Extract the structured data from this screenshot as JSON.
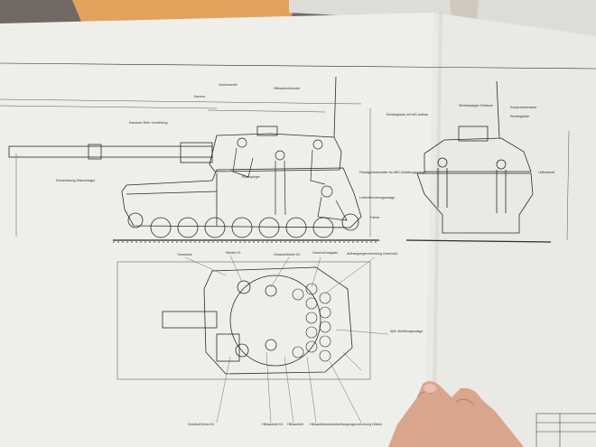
{
  "photo": {
    "subject": "",
    "colors": {
      "table": "#6f6a63",
      "paper": "#eeeeea",
      "paper_shadow": "#d6d6d0",
      "ink": "#2b2b2b",
      "folder_orange": "#e3a25c",
      "skin": "#d9a58c"
    }
  },
  "drawing": {
    "side_view": {
      "labels": {
        "l1": "Scheinwerfer",
        "l2": "Hilfsantriebsmotor",
        "l3": "Einstiegsluke mit MG-Aufbau",
        "l4": "Winkelspiegel Gehäuse",
        "l5": "Kompressorhaube",
        "l6": "Kanone",
        "l7": "Einstiegsluke",
        "l8": "Flüssigkeitsbehälter für ABC-Belüftungsanlage",
        "l9": "Luftentfeuchtungsanlage",
        "l10": "Fahrer",
        "l11": "Rückspiegel",
        "l12": "Lüfterabluft",
        "l13": "Rohrstützung (Marschlage)",
        "l14": "Kanonen-Rohr Vorrichtung"
      }
    },
    "top_view": {
      "labels": {
        "t1": "Turmbasis",
        "t2": "Richter K1",
        "t3": "Geschoßführer K3",
        "t4": "Geschoßmagazin",
        "t5": "Aufhangungsvorrichtung Geschoße",
        "t6": "ABC-Belüftungsanlage",
        "t7": "Geschoßführer K2",
        "t8": "Hilfsantrieb K3",
        "t9": "Hilfsantrieb",
        "t10": "Hilfsantriebsmotor",
        "t11": "Aufhangungsvorrichtung Hülsen"
      }
    }
  }
}
